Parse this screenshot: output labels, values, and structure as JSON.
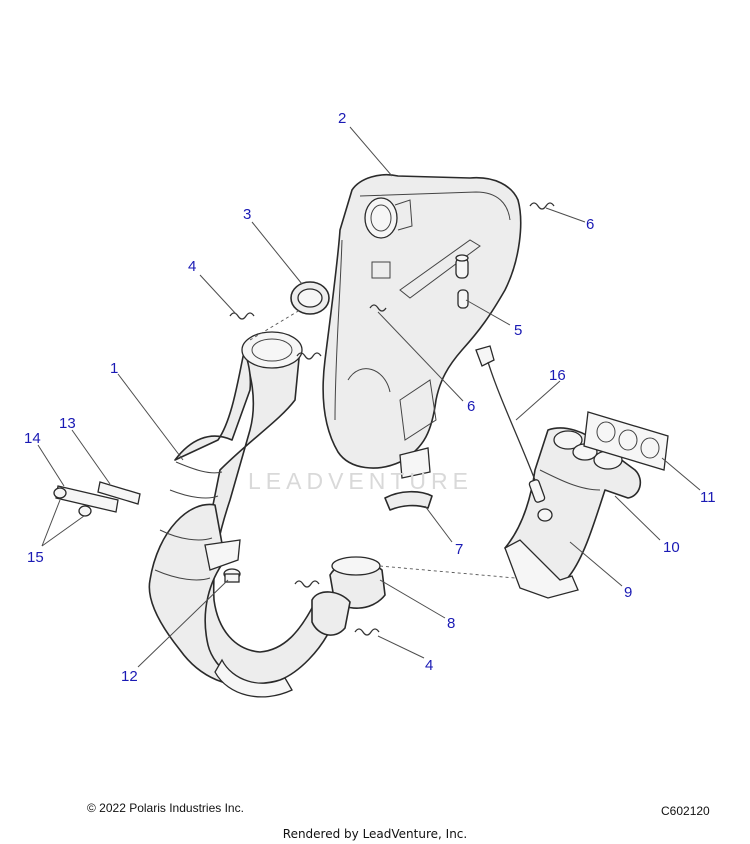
{
  "callouts": [
    {
      "id": "1",
      "label": "1"
    },
    {
      "id": "2",
      "label": "2"
    },
    {
      "id": "3",
      "label": "3"
    },
    {
      "id": "4a",
      "label": "4"
    },
    {
      "id": "4b",
      "label": "4"
    },
    {
      "id": "5",
      "label": "5"
    },
    {
      "id": "6a",
      "label": "6"
    },
    {
      "id": "6b",
      "label": "6"
    },
    {
      "id": "7",
      "label": "7"
    },
    {
      "id": "8",
      "label": "8"
    },
    {
      "id": "9",
      "label": "9"
    },
    {
      "id": "10",
      "label": "10"
    },
    {
      "id": "11",
      "label": "11"
    },
    {
      "id": "12",
      "label": "12"
    },
    {
      "id": "13",
      "label": "13"
    },
    {
      "id": "14",
      "label": "14"
    },
    {
      "id": "15",
      "label": "15"
    },
    {
      "id": "16",
      "label": "16"
    }
  ],
  "watermark": "LEADVENTURE",
  "footer": {
    "copyright": "© 2022 Polaris Industries Inc.",
    "figure_code": "C602120",
    "rendered_by": "Rendered by LeadVenture, Inc."
  },
  "colors": {
    "callout_text": "#1a1ab4",
    "part_fill": "#ededed",
    "line": "#2a2a2a"
  }
}
